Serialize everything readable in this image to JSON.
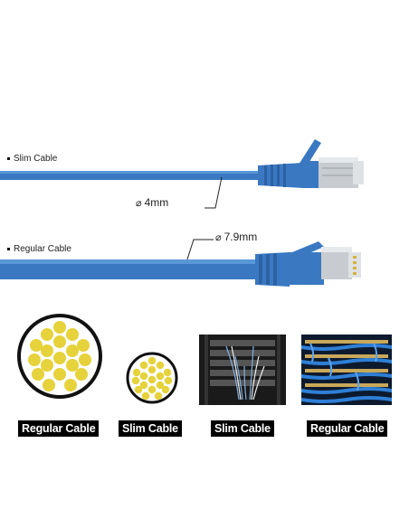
{
  "slim": {
    "label": "Slim Cable",
    "diameter": "4mm"
  },
  "regular": {
    "label": "Regular Cable",
    "diameter": "7.9mm"
  },
  "diameter_symbol": "⌀",
  "captions": [
    "Regular Cable",
    "Slim Cable",
    "Slim Cable",
    "Regular Cable"
  ],
  "colors": {
    "cable_blue": "#3a79c2",
    "conductor_yellow": "#e6d23a",
    "connector_silver": "#c8ccd0"
  }
}
